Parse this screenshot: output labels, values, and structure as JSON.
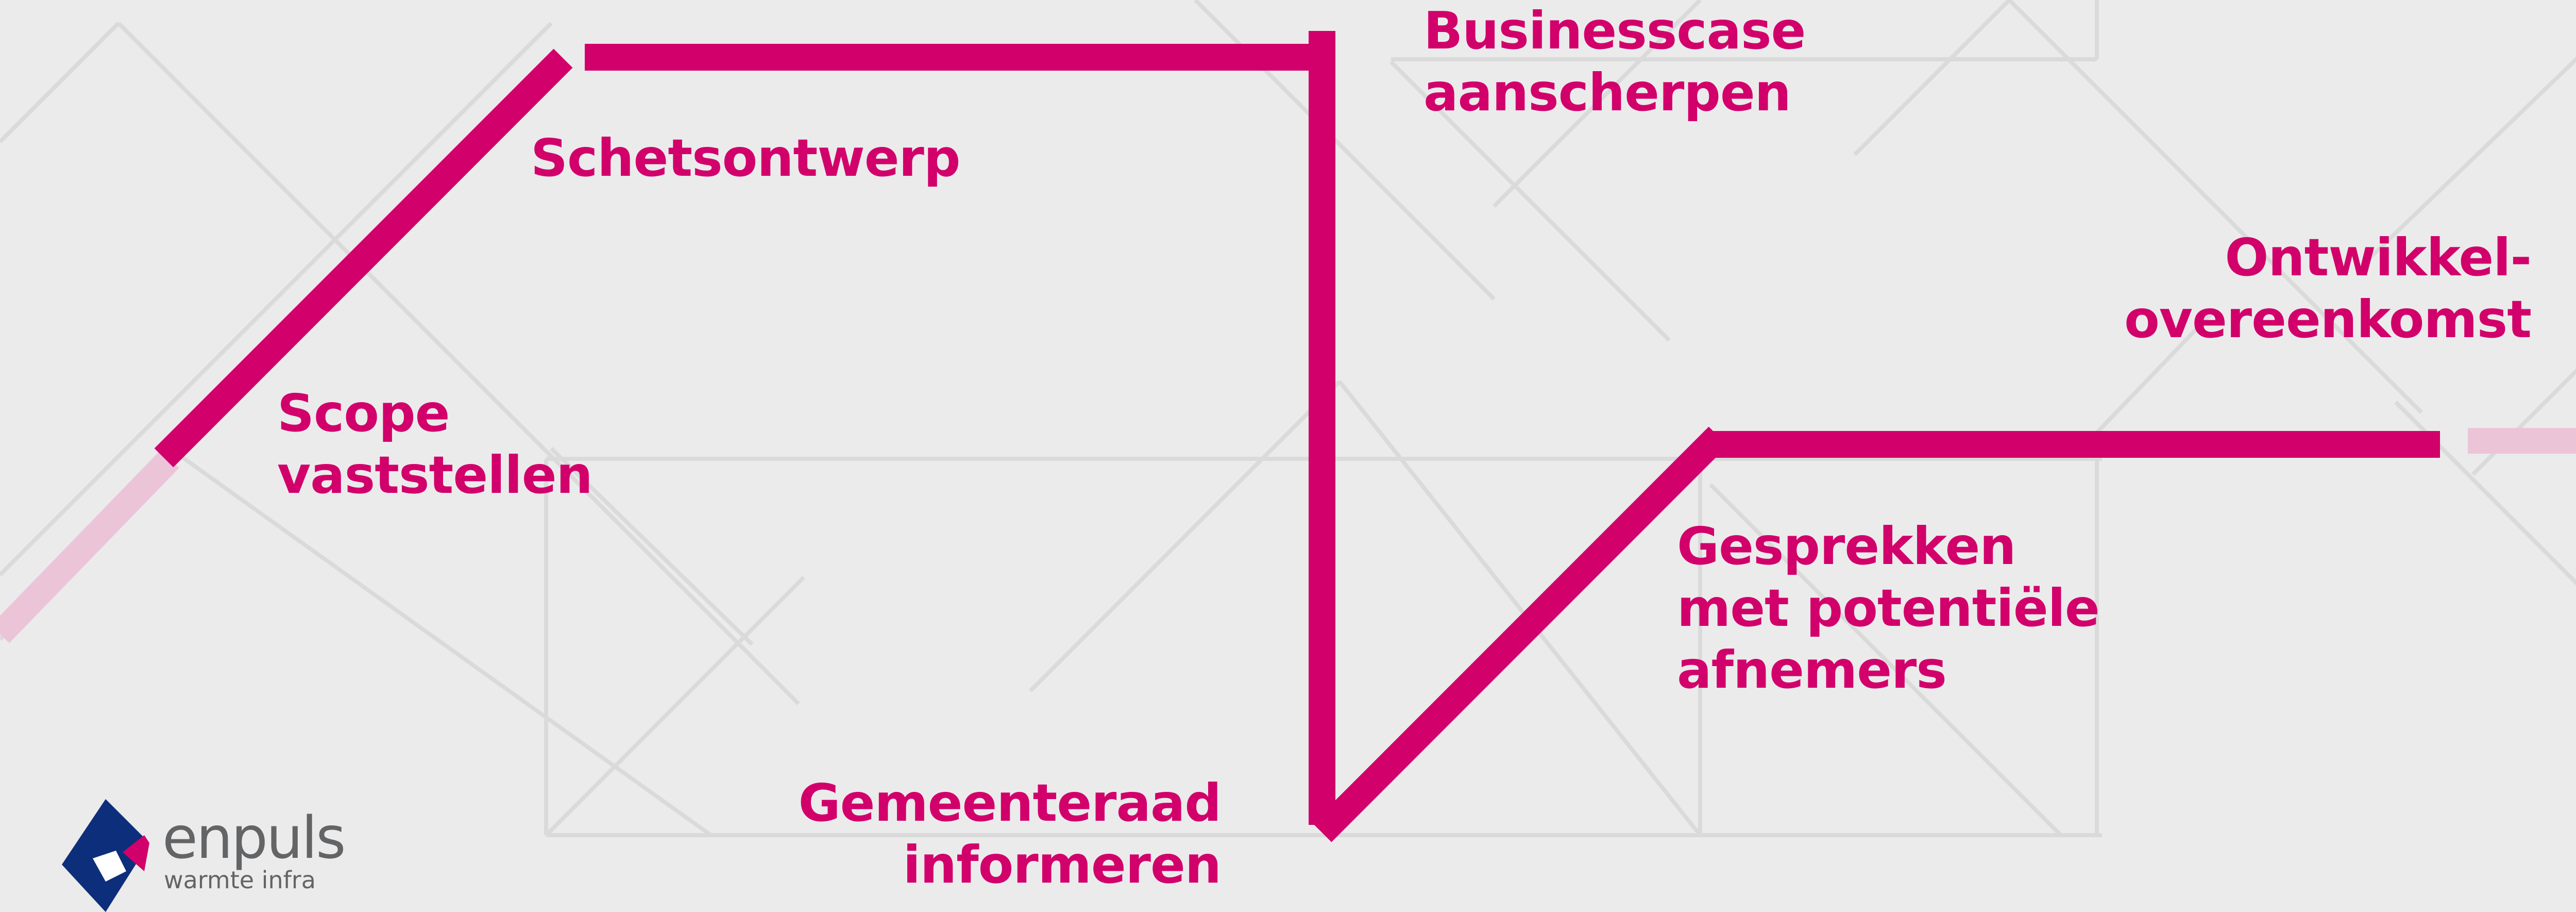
{
  "diagram": {
    "accent_color": "#d1006b",
    "faded_accent_color": "#ecc4d8",
    "background_color": "#ebebeb",
    "steps": [
      {
        "lines": [
          "Scope",
          "vaststellen"
        ]
      },
      {
        "lines": [
          "Schetsontwerp"
        ]
      },
      {
        "lines": [
          "Businesscase",
          "aanscherpen"
        ]
      },
      {
        "lines": [
          "Gemeenteraad",
          "informeren"
        ]
      },
      {
        "lines": [
          "Gesprekken",
          "met potentiële",
          "afnemers"
        ]
      },
      {
        "lines": [
          "Ontwikkel-",
          "overeenkomst"
        ]
      }
    ]
  },
  "logo": {
    "name": "enpuls",
    "subtitle": "warmte infra",
    "icon": "enpuls-diamond-icon",
    "colors": {
      "navy": "#0d2e7a",
      "magenta": "#d1006b",
      "text": "#636466"
    }
  }
}
